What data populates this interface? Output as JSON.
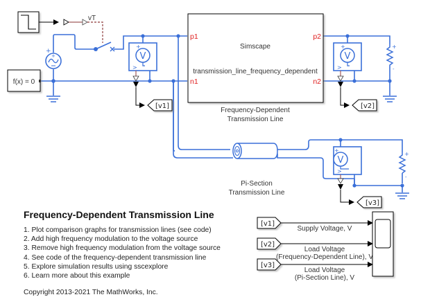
{
  "model": {
    "title": "Frequency-Dependent Transmission Line",
    "copyright": "Copyright 2013-2021 The MathWorks, Inc.",
    "links": [
      "1. Plot comparison graphs for transmission lines (see code)",
      "2. Add high frequency modulation to the voltage source",
      "3. Remove high frequency modulation from the voltage source",
      "4. See code of the frequency-dependent transmission line",
      "5. Explore simulation results using sscexplore",
      "6. Learn more about this example"
    ]
  },
  "blocks": {
    "step": {
      "icon": "step-icon"
    },
    "signal_label": "vT",
    "solver": {
      "label": "f(x) = 0"
    },
    "fd_line": {
      "line1": "Simscape",
      "line2": "transmission_line_frequency_dependent",
      "name_line1": "Frequency-Dependent",
      "name_line2": "Transmission Line",
      "ports": {
        "p1": "p1",
        "n1": "n1",
        "p2": "p2",
        "n2": "n2"
      }
    },
    "pi_line": {
      "name_line1": "Pi-Section",
      "name_line2": "Transmission Line"
    },
    "voltmeter_symbol": "V",
    "goto_tags": [
      "[v1]",
      "[v2]",
      "[v3]"
    ],
    "from_tags": [
      "[v1]",
      "[v2]",
      "[v3]"
    ],
    "scope_signals": [
      {
        "line1": "Supply Voltage, V",
        "line2": ""
      },
      {
        "line1": "Load Voltage",
        "line2": "(Frequency-Dependent Line), V"
      },
      {
        "line1": "Load Voltage",
        "line2": "(Pi-Section Line), V"
      }
    ]
  },
  "colors": {
    "physical_wire": "#3a6fd8",
    "signal_wire": "#000000",
    "port_label": "#e02020",
    "ps_link": "#a05a5a"
  }
}
